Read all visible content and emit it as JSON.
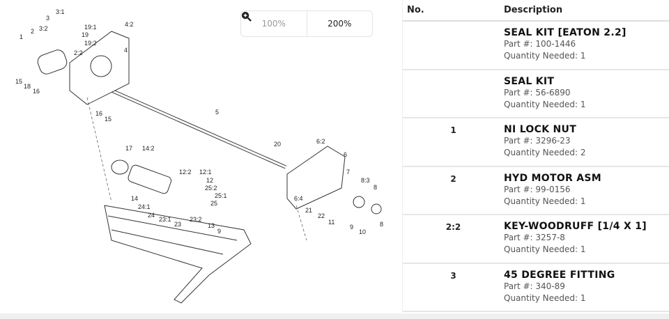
{
  "zoom": {
    "btn1": "100%",
    "btn2": "200%"
  },
  "table": {
    "headers": {
      "no": "No.",
      "description": "Description"
    },
    "part_label": "Part #:",
    "qty_label": "Quantity Needed:",
    "rows": [
      {
        "no": "",
        "title": "SEAL KIT [EATON 2.2]",
        "part": "Part #: 100-1446",
        "qty": "Quantity Needed: 1"
      },
      {
        "no": "",
        "title": "SEAL KIT",
        "part": "Part #: 56-6890",
        "qty": "Quantity Needed: 1"
      },
      {
        "no": "1",
        "title": "NI LOCK NUT",
        "part": "Part #: 3296-23",
        "qty": "Quantity Needed: 2"
      },
      {
        "no": "2",
        "title": "HYD MOTOR ASM",
        "part": "Part #: 99-0156",
        "qty": "Quantity Needed: 1"
      },
      {
        "no": "2:2",
        "title": "KEY-WOODRUFF [1/4 X 1]",
        "part": "Part #: 3257-8",
        "qty": "Quantity Needed: 1"
      },
      {
        "no": "3",
        "title": "45 DEGREE FITTING",
        "part": "Part #: 340-89",
        "qty": "Quantity Needed: 1"
      }
    ]
  },
  "callouts": [
    "3:1",
    "3",
    "3:2",
    "2",
    "1",
    "19:1",
    "19",
    "19:2",
    "2:2",
    "4:2",
    "4",
    "15",
    "18",
    "16",
    "16",
    "15",
    "5",
    "20",
    "6:2",
    "6",
    "17",
    "14:2",
    "12:2",
    "12:1",
    "12",
    "25:2",
    "25:1",
    "25",
    "7",
    "8:3",
    "8",
    "14",
    "24:1",
    "24",
    "23:1",
    "23",
    "23:2",
    "6:4",
    "21",
    "22",
    "11",
    "9",
    "10",
    "8",
    "13",
    "9"
  ]
}
